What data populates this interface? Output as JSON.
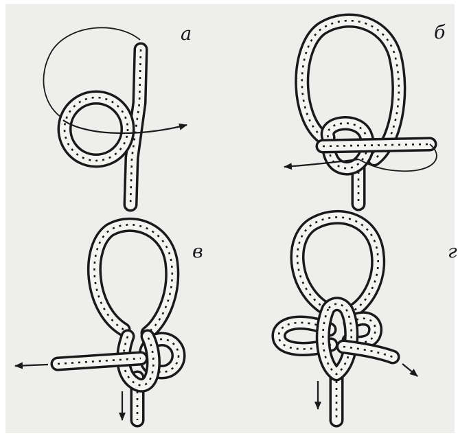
{
  "labels": {
    "step_a": "а",
    "step_b": "б",
    "step_v": "в",
    "step_g": "г"
  },
  "colors": {
    "ink": "#1a1a1a",
    "paper": "#eeeeec",
    "rope_fill": "#f4f4f2"
  }
}
